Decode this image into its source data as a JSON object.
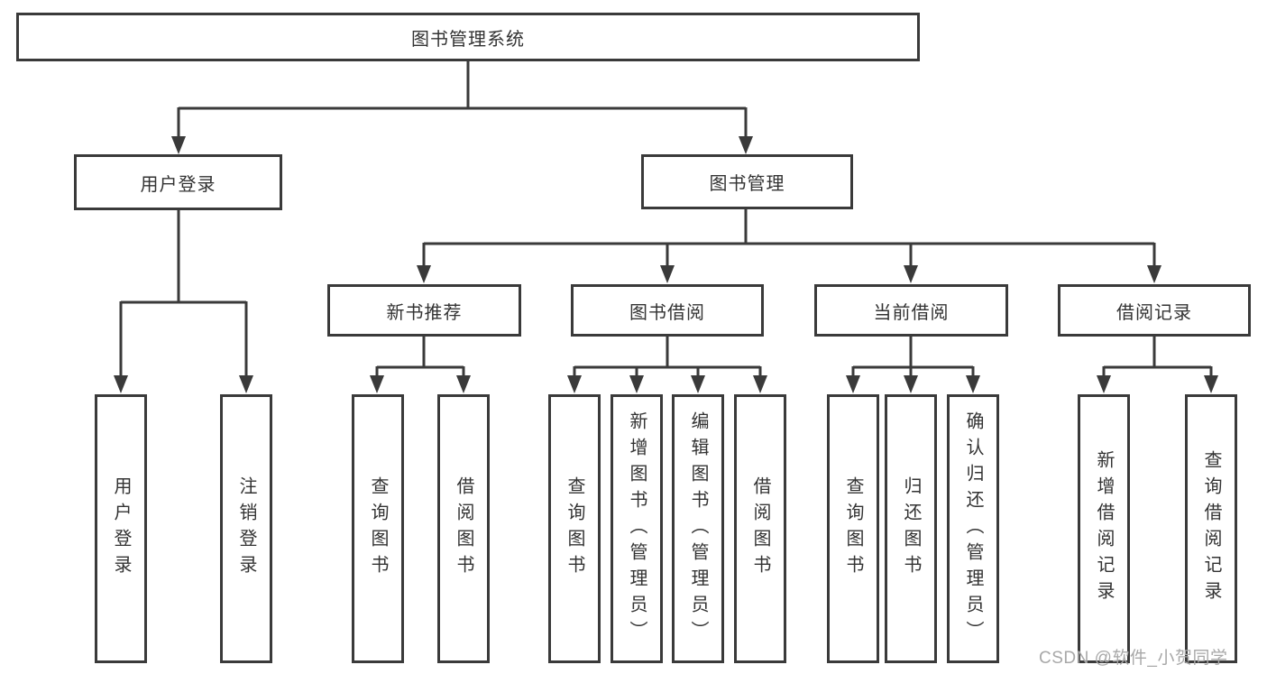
{
  "diagram": {
    "type": "hierarchy-tree",
    "line_color": "#3a3a3a",
    "text_color": "#333333",
    "box_background": "#ffffff"
  },
  "tree": {
    "root": "图书管理系统",
    "children": [
      {
        "label": "用户登录",
        "children": [
          "用户登录",
          "注销登录"
        ]
      },
      {
        "label": "图书管理",
        "children": [
          {
            "label": "新书推荐",
            "children": [
              "查询图书",
              "借阅图书"
            ]
          },
          {
            "label": "图书借阅",
            "children": [
              "查询图书",
              "新增图书（管理员）",
              "编辑图书（管理员）",
              "借阅图书"
            ]
          },
          {
            "label": "当前借阅",
            "children": [
              "查询图书",
              "归还图书",
              "确认归还（管理员）"
            ]
          },
          {
            "label": "借阅记录",
            "children": [
              "新增借阅记录",
              "查询借阅记录"
            ]
          }
        ]
      }
    ]
  },
  "watermark": {
    "text": "CSDN @软件_小贺同学",
    "color": "#a8a8a8"
  }
}
